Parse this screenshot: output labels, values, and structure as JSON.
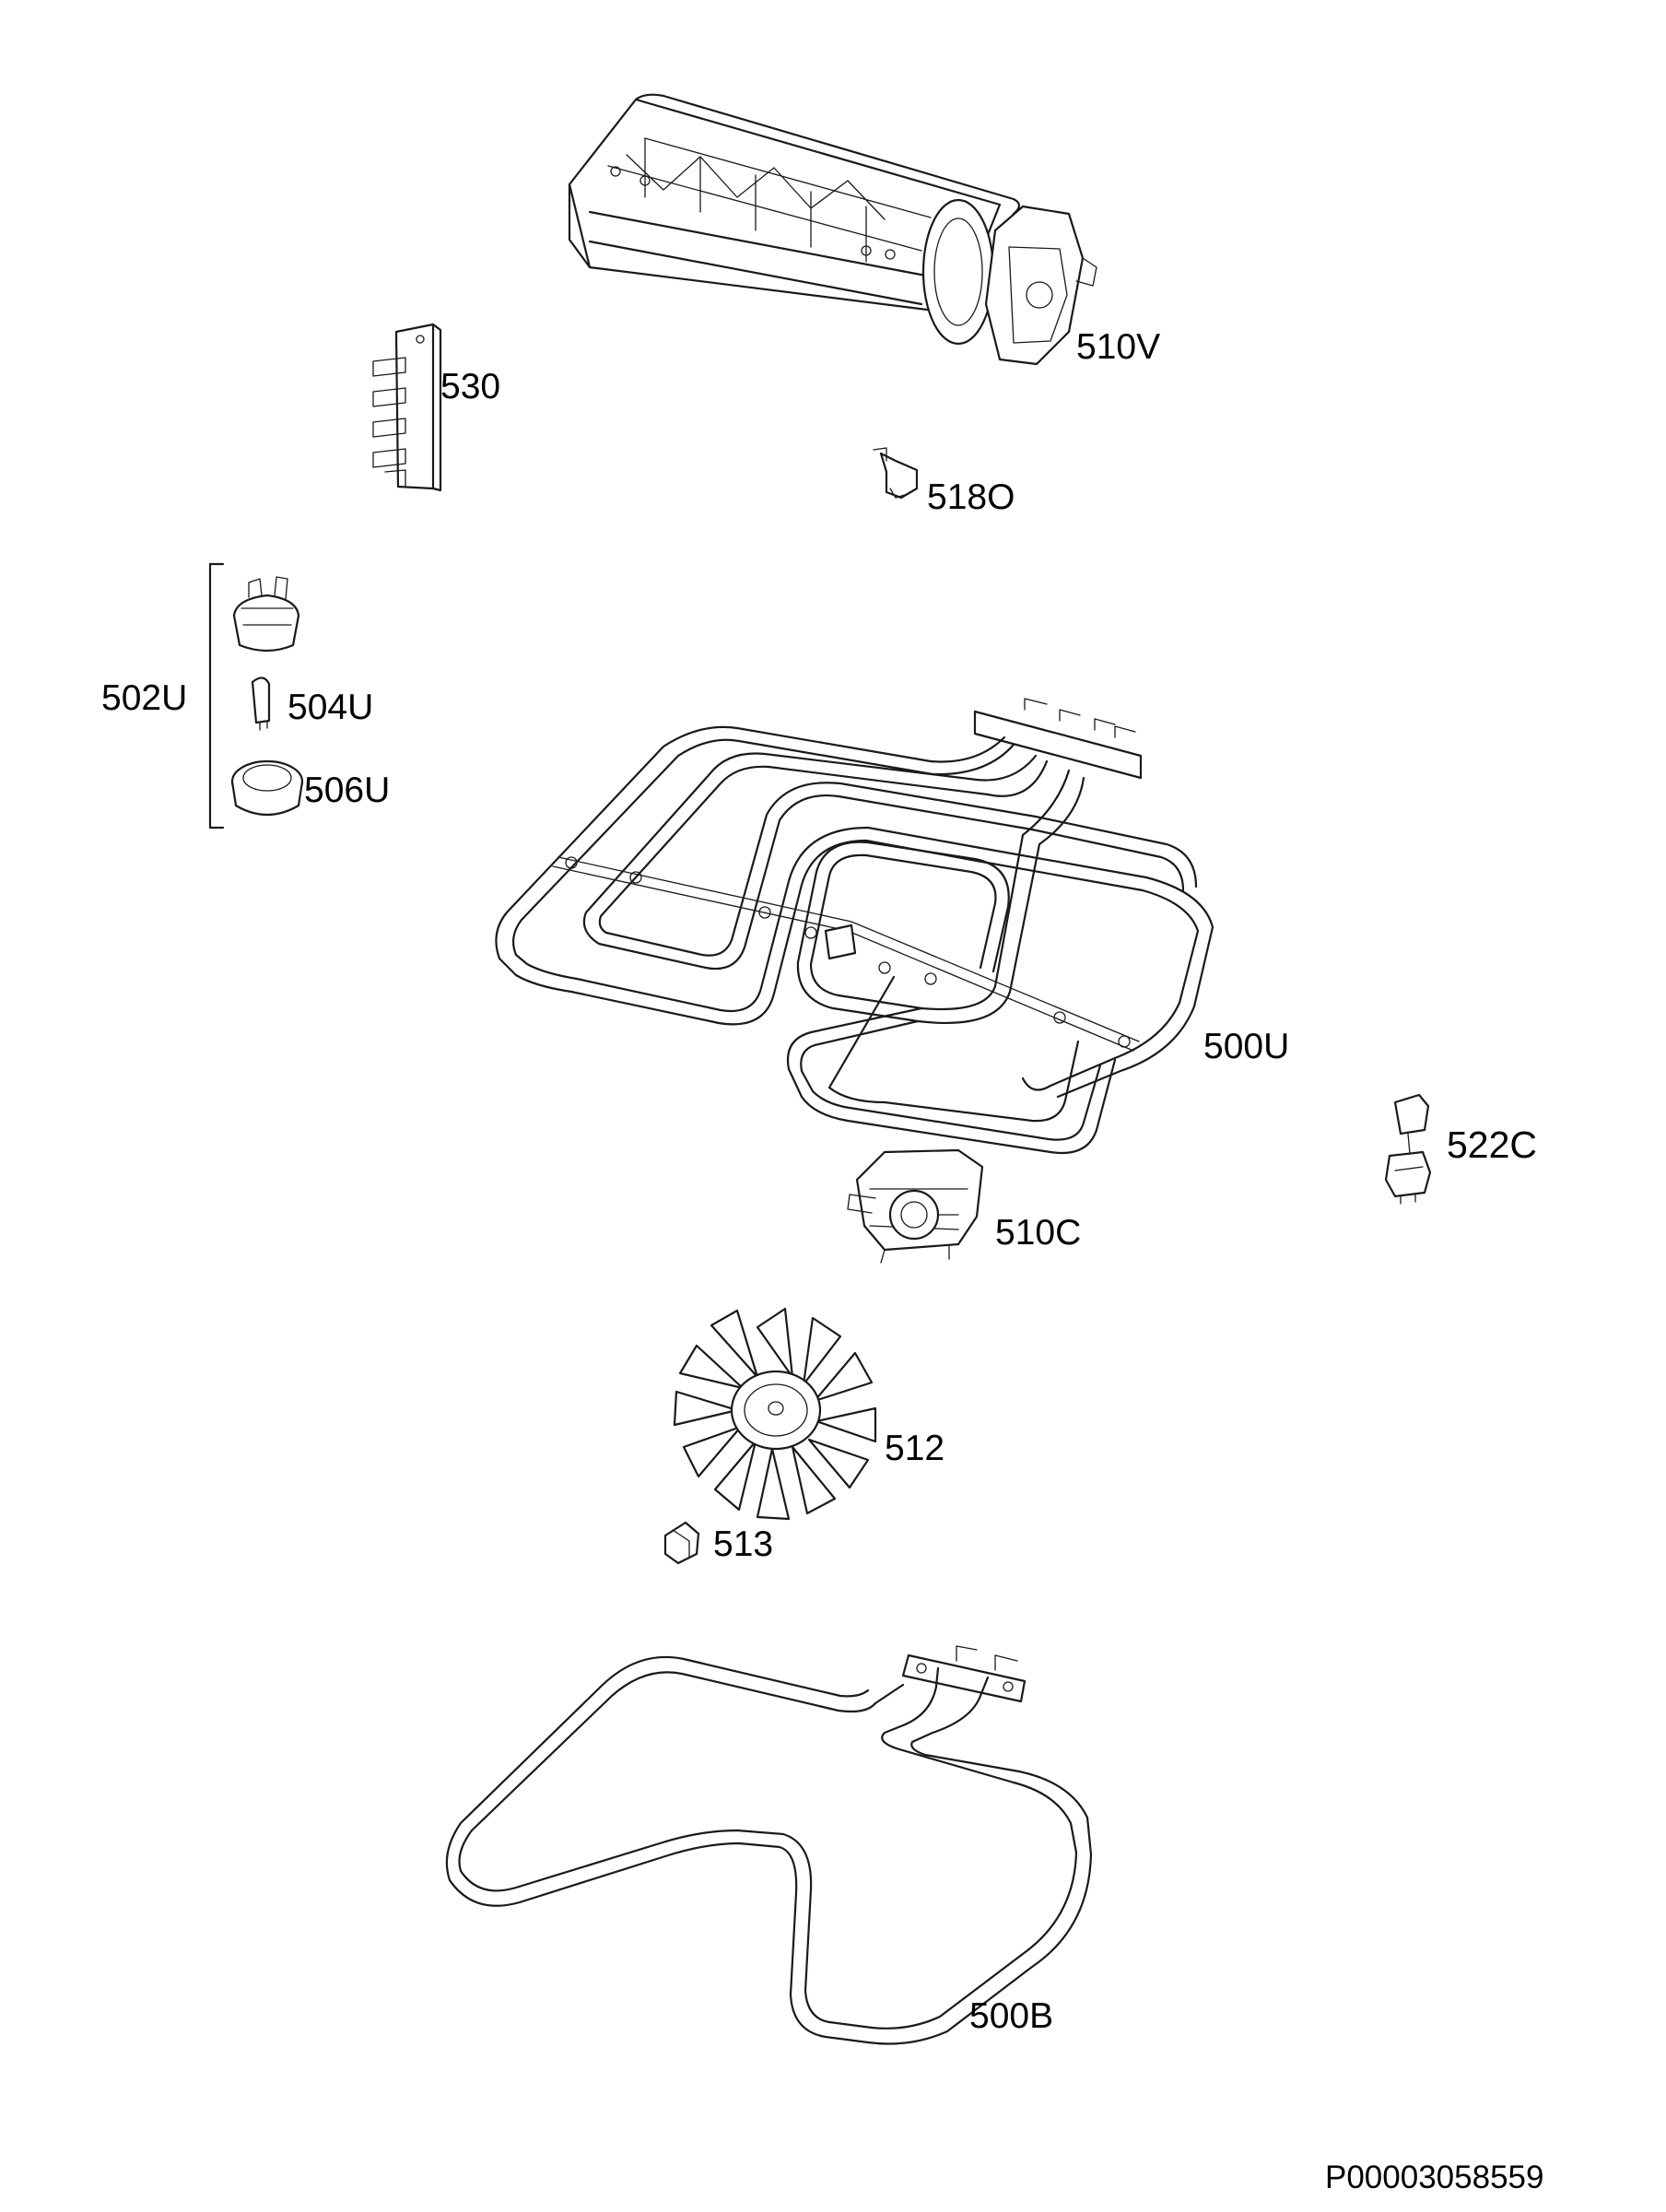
{
  "labels": {
    "p510v": "510V",
    "p530": "530",
    "p518o": "518O",
    "p502u": "502U",
    "p504u": "504U",
    "p506u": "506U",
    "p500u": "500U",
    "p522c": "522C",
    "p510c": "510C",
    "p512": "512",
    "p513": "513",
    "p500b": "500B"
  },
  "document_ref": "P00003058559",
  "colors": {
    "line": "#1a1a1a",
    "background": "#ffffff"
  }
}
